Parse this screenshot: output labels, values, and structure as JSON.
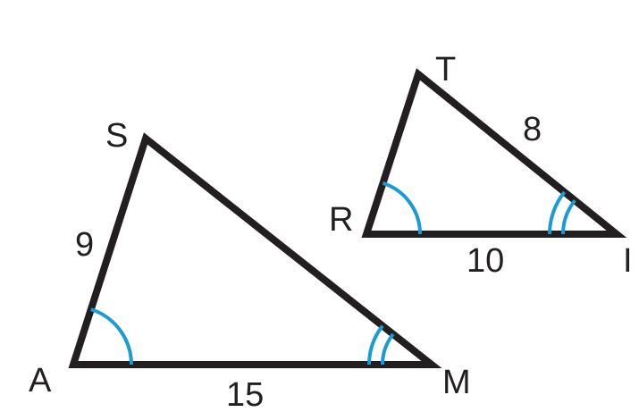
{
  "triangle_sam": {
    "vertices": {
      "S": "S",
      "A": "A",
      "M": "M"
    },
    "sides": {
      "SA": "9",
      "AM": "15"
    }
  },
  "triangle_tri": {
    "vertices": {
      "T": "T",
      "R": "R",
      "I": "I"
    },
    "sides": {
      "TI": "8",
      "RI": "10"
    }
  },
  "colors": {
    "lines": "#231f20",
    "angle_marks": "#1a9ad6"
  }
}
